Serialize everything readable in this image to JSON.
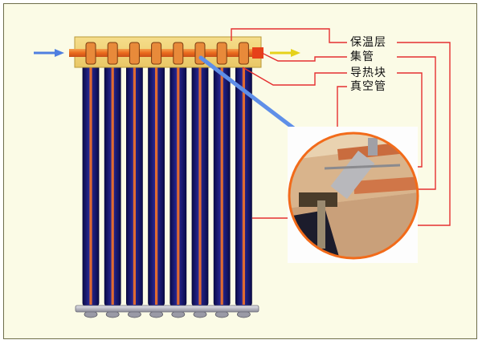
{
  "labels": {
    "insulation": "保温层",
    "header_pipe": "集管",
    "heat_block": "导热块",
    "vacuum_tube": "真空管"
  },
  "colors": {
    "background": "#fbfbe6",
    "header_box": "#f1d27a",
    "header_pipe": "#f07a2a",
    "tube_body": "#14146e",
    "copper": "#e06a30",
    "leader_line": "#e53030",
    "arrow_pointer": "#5f8fe8",
    "inlet_arrow": "#4f7fe0",
    "outlet_arrow": "#e6d21a",
    "inset_border": "#f26b1a"
  },
  "diagram": {
    "tube_count": 8,
    "flow_in_icon": "blue-arrow-icon",
    "flow_out_icon": "yellow-arrow-icon",
    "zoom_icon": "magnify-arrow-icon"
  }
}
